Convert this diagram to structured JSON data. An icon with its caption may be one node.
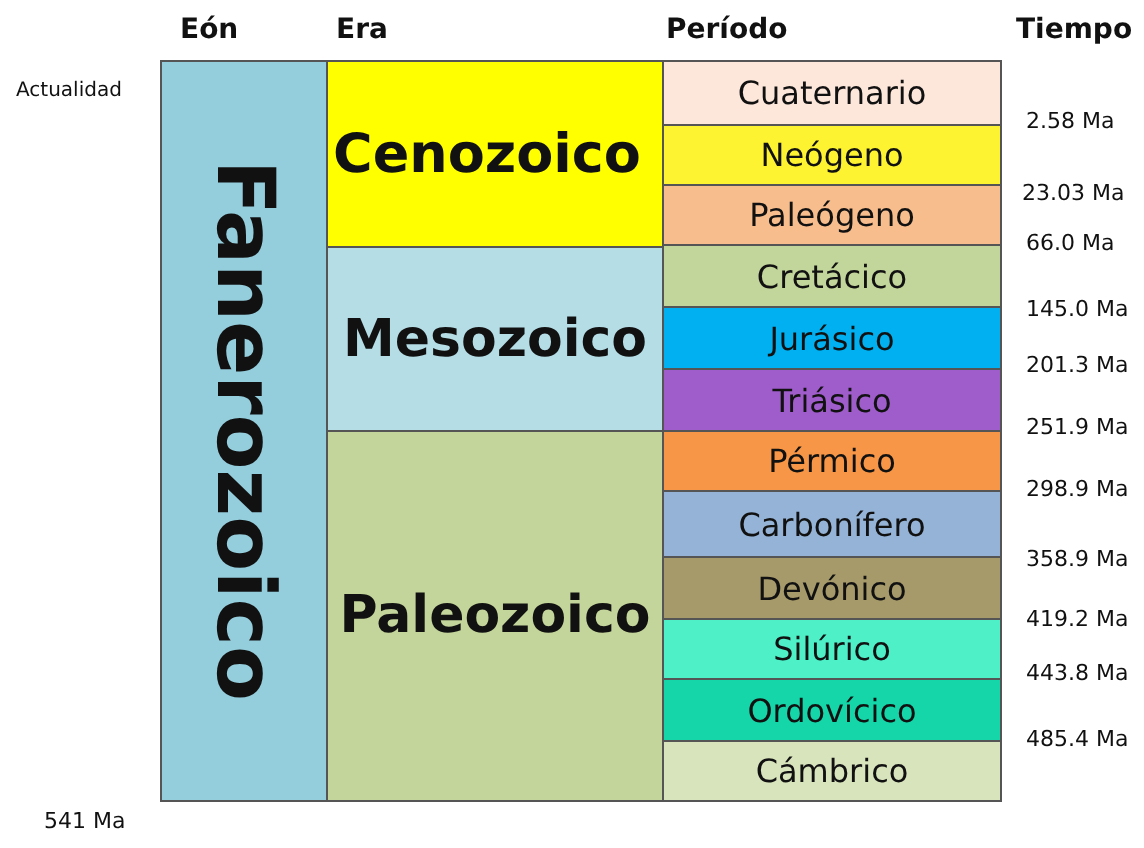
{
  "diagram": {
    "nodes": [
      {
        "text": [
          "Fanerozoico"
        ]
      },
      {
        "text": [
          "Cenozoico"
        ]
      },
      {
        "text": [
          "Mesozoico"
        ]
      },
      {
        "text": [
          "Paleozoico"
        ]
      },
      {
        "text": [
          "Cuaternario"
        ]
      },
      {
        "text": [
          "Neógeno"
        ]
      },
      {
        "text": [
          "Paleógeno"
        ]
      },
      {
        "text": [
          "Cretácico"
        ]
      },
      {
        "text": [
          "Jurásico"
        ]
      },
      {
        "text": [
          "Triásico"
        ]
      },
      {
        "text": [
          "Pérmico"
        ]
      },
      {
        "text": [
          "Carbonífero"
        ]
      },
      {
        "text": [
          "Devónico"
        ]
      },
      {
        "text": [
          "Silúrico"
        ]
      },
      {
        "text": [
          "Ordovícico"
        ]
      },
      {
        "text": [
          "Cámbrico"
        ]
      }
    ],
    "edges": [],
    "labels": [
      "Eón",
      "Era",
      "Período",
      "Tiempo",
      "Actualidad",
      "2.58 Ma",
      "23.03 Ma",
      "66.0 Ma",
      "145.0 Ma",
      "201.3 Ma",
      "251.9 Ma",
      "298.9 Ma",
      "358.9 Ma",
      "419.2 Ma",
      "443.8 Ma",
      "485.4 Ma",
      "541 Ma"
    ]
  }
}
